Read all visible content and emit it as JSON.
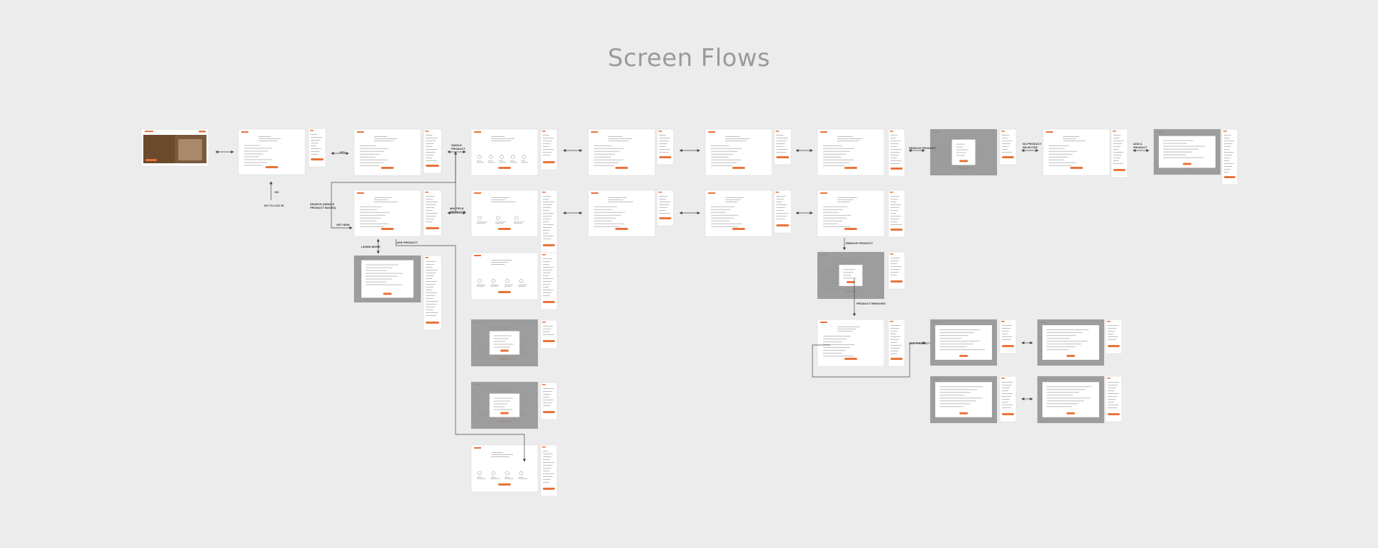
{
  "page": {
    "title": "Screen Flows"
  },
  "colors": {
    "background": "#ececec",
    "accent": "#e8733a",
    "overlay": "#959595",
    "card": "#ffffff",
    "line": "#555555",
    "title": "#9a9a9a"
  },
  "flow_labels": {
    "single_product": "SINGLE\nPRODUCT",
    "multiple_products": "MULTIPLE\nPRODUCTS",
    "yes": "YES",
    "no": "NO",
    "go_to_log_in": "GO TO LOG IN",
    "search_single": "SEARCH (SINGLE\nPRODUCT BASED)",
    "get_new": "GET NEW",
    "add_product": "ADD PRODUCT",
    "learn_more": "LEARN MORE",
    "remove_product_1": "REMOVE PRODUCT",
    "remove_product_2": "REMOVE PRODUCT",
    "product_removed": "PRODUCT REMOVED",
    "no_product_selected": "NO PRODUCT\nSELECTED",
    "add_a_product": "ADD A\nPRODUCT",
    "add_product_2": "ADD PRODUCT"
  }
}
